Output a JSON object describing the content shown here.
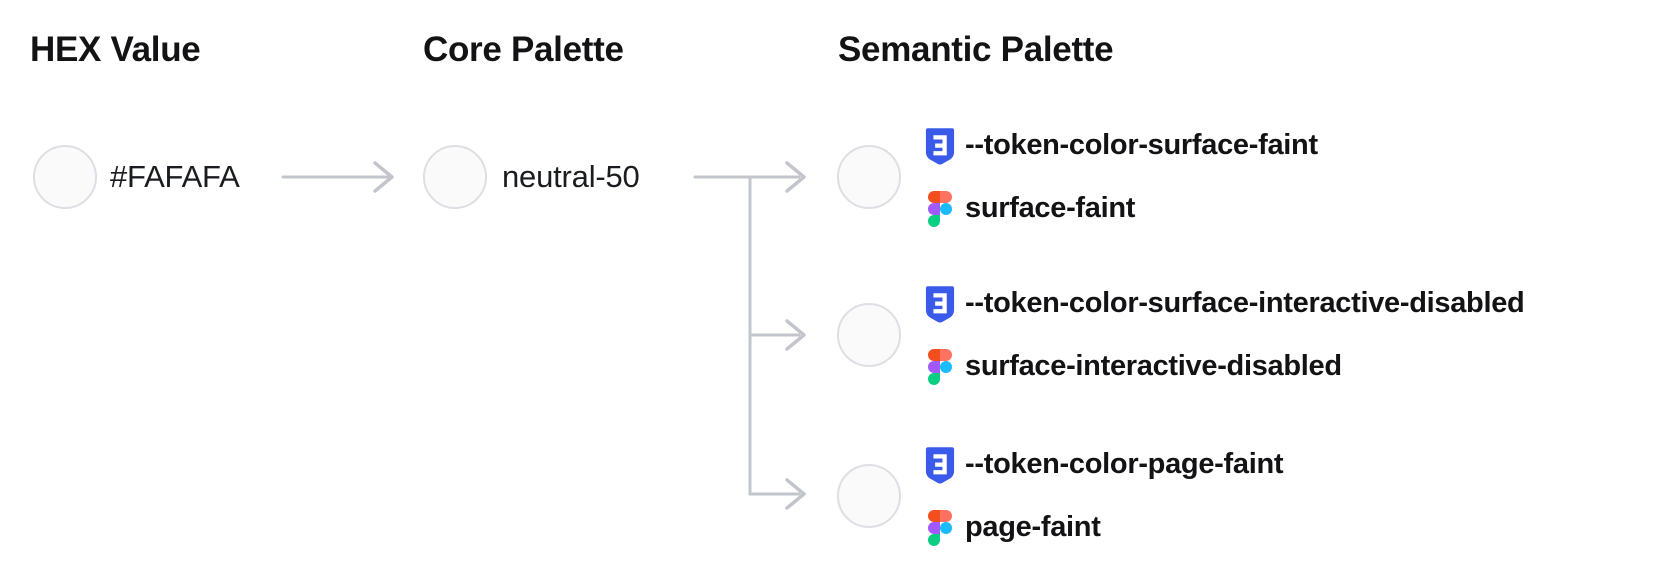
{
  "diagram": {
    "columns": {
      "hex": {
        "title": "HEX Value"
      },
      "core": {
        "title": "Core Palette"
      },
      "semantic": {
        "title": "Semantic Palette"
      }
    },
    "hex_node": {
      "label": "#FAFAFA",
      "swatch_color": "#FAFAFA"
    },
    "core_node": {
      "label": "neutral-50",
      "swatch_color": "#FAFAFA"
    },
    "semantic_nodes": [
      {
        "css_variable": "--token-color-surface-faint",
        "figma_token": "surface-faint",
        "swatch_color": "#FAFAFA",
        "css_icon": "css3-shield-icon",
        "figma_icon": "figma-logo-icon"
      },
      {
        "css_variable": "--token-color-surface-interactive-disabled",
        "figma_token": "surface-interactive-disabled",
        "swatch_color": "#FAFAFA",
        "css_icon": "css3-shield-icon",
        "figma_icon": "figma-logo-icon"
      },
      {
        "css_variable": "--token-color-page-faint",
        "figma_token": "page-faint",
        "swatch_color": "#FAFAFA",
        "css_icon": "css3-shield-icon",
        "figma_icon": "figma-logo-icon"
      }
    ],
    "colors": {
      "background": "#FFFFFF",
      "text": "#131316",
      "swatch_fill": "#FAFAFA",
      "swatch_border": "#DDDFE4",
      "connector": "#C2C6CC",
      "css_icon_blue": "#3A5BE9",
      "figma_orange": "#F24E1E",
      "figma_salmon": "#FF7262",
      "figma_purple": "#A259FF",
      "figma_blue": "#1ABCFE",
      "figma_green": "#0ACF83"
    }
  }
}
